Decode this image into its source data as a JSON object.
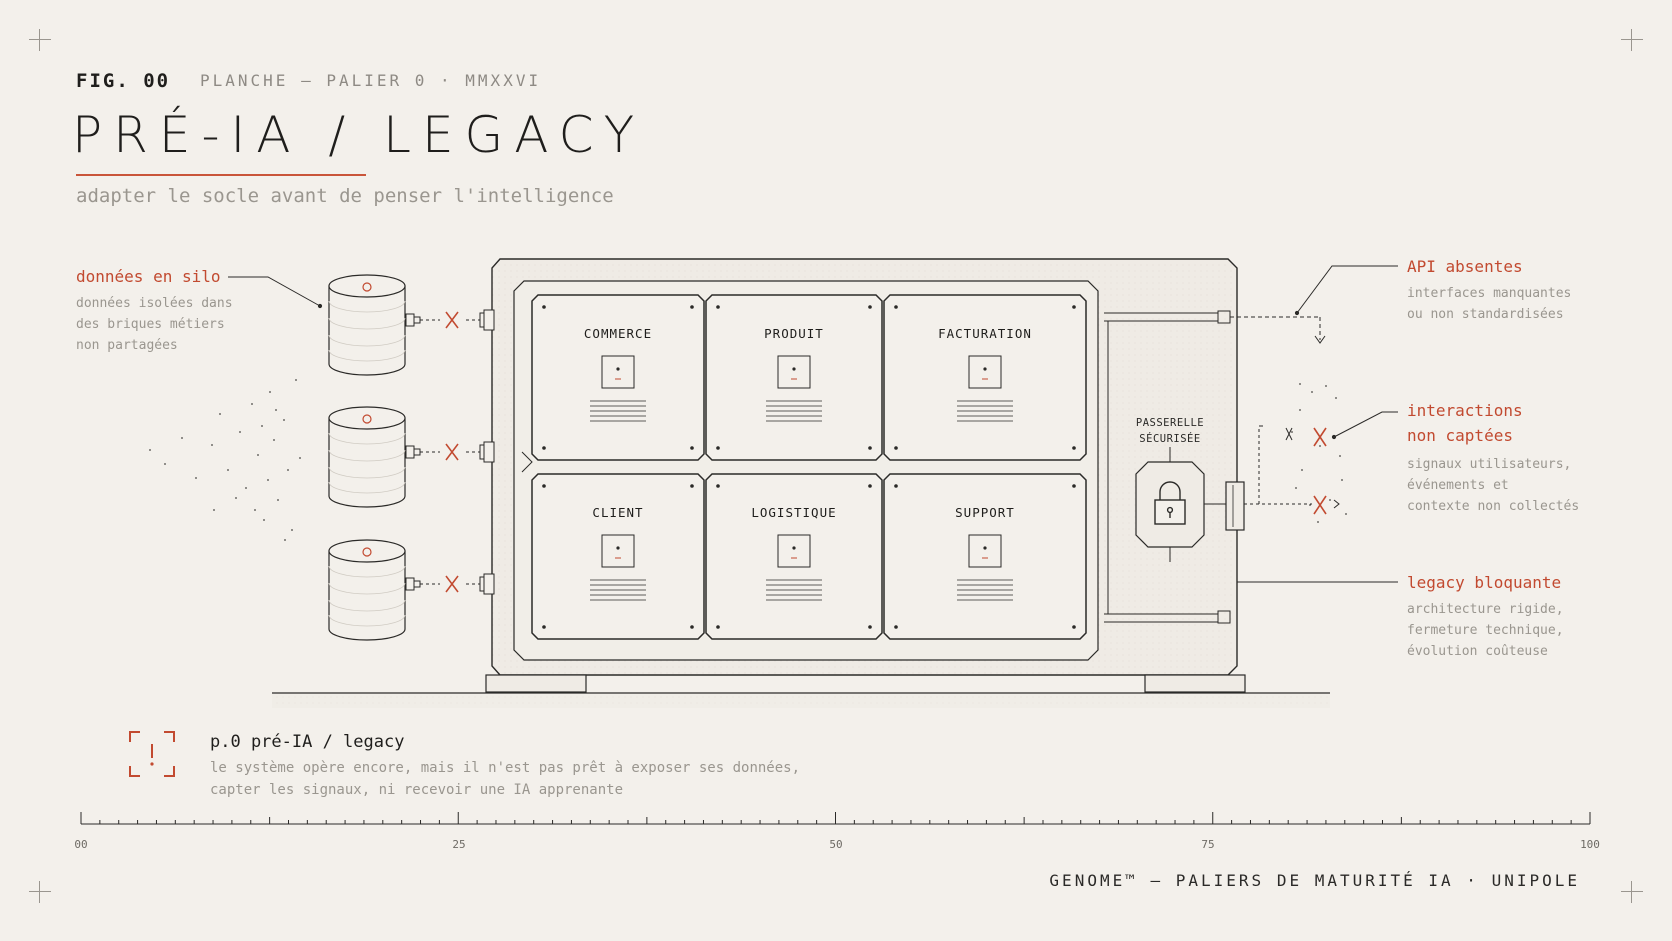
{
  "header": {
    "fig_label": "FIG. 00",
    "plate_label": "PLANCHE — PALIER 0 · MMXXVI",
    "title": "PRÉ-IA / LEGACY",
    "subtitle": "adapter le socle avant de penser l'intelligence"
  },
  "annotations": {
    "silo": {
      "title": "données en silo",
      "desc": [
        "données isolées dans",
        "des briques métiers",
        "non partagées"
      ]
    },
    "api": {
      "title": "API absentes",
      "desc": [
        "interfaces manquantes",
        "ou non standardisées"
      ]
    },
    "interactions": {
      "title": [
        "interactions",
        "non captées"
      ],
      "desc": [
        "signaux utilisateurs,",
        "événements et",
        "contexte non collectés"
      ]
    },
    "legacy": {
      "title": "legacy bloquante",
      "desc": [
        "architecture rigide,",
        "fermeture technique,",
        "évolution coûteuse"
      ]
    }
  },
  "modules": [
    "COMMERCE",
    "PRODUIT",
    "FACTURATION",
    "CLIENT",
    "LOGISTIQUE",
    "SUPPORT"
  ],
  "gateway": {
    "line1": "PASSERELLE",
    "line2": "SÉCURISÉE"
  },
  "legend": {
    "icon": "warning-bracket-icon",
    "title": "p.0 pré-IA / legacy",
    "desc": [
      "le système opère encore, mais il n'est pas prêt à exposer ses données,",
      "capter les signaux, ni recevoir une IA apprenante"
    ]
  },
  "scale": {
    "labels": [
      "00",
      "25",
      "50",
      "75",
      "100"
    ]
  },
  "footer": "GENOME™ — PALIERS DE MATURITÉ IA · UNIPOLE",
  "colors": {
    "accent": "#c24a30",
    "ink": "#2b2a28",
    "muted": "#9a968f",
    "paper": "#f3f0eb"
  }
}
